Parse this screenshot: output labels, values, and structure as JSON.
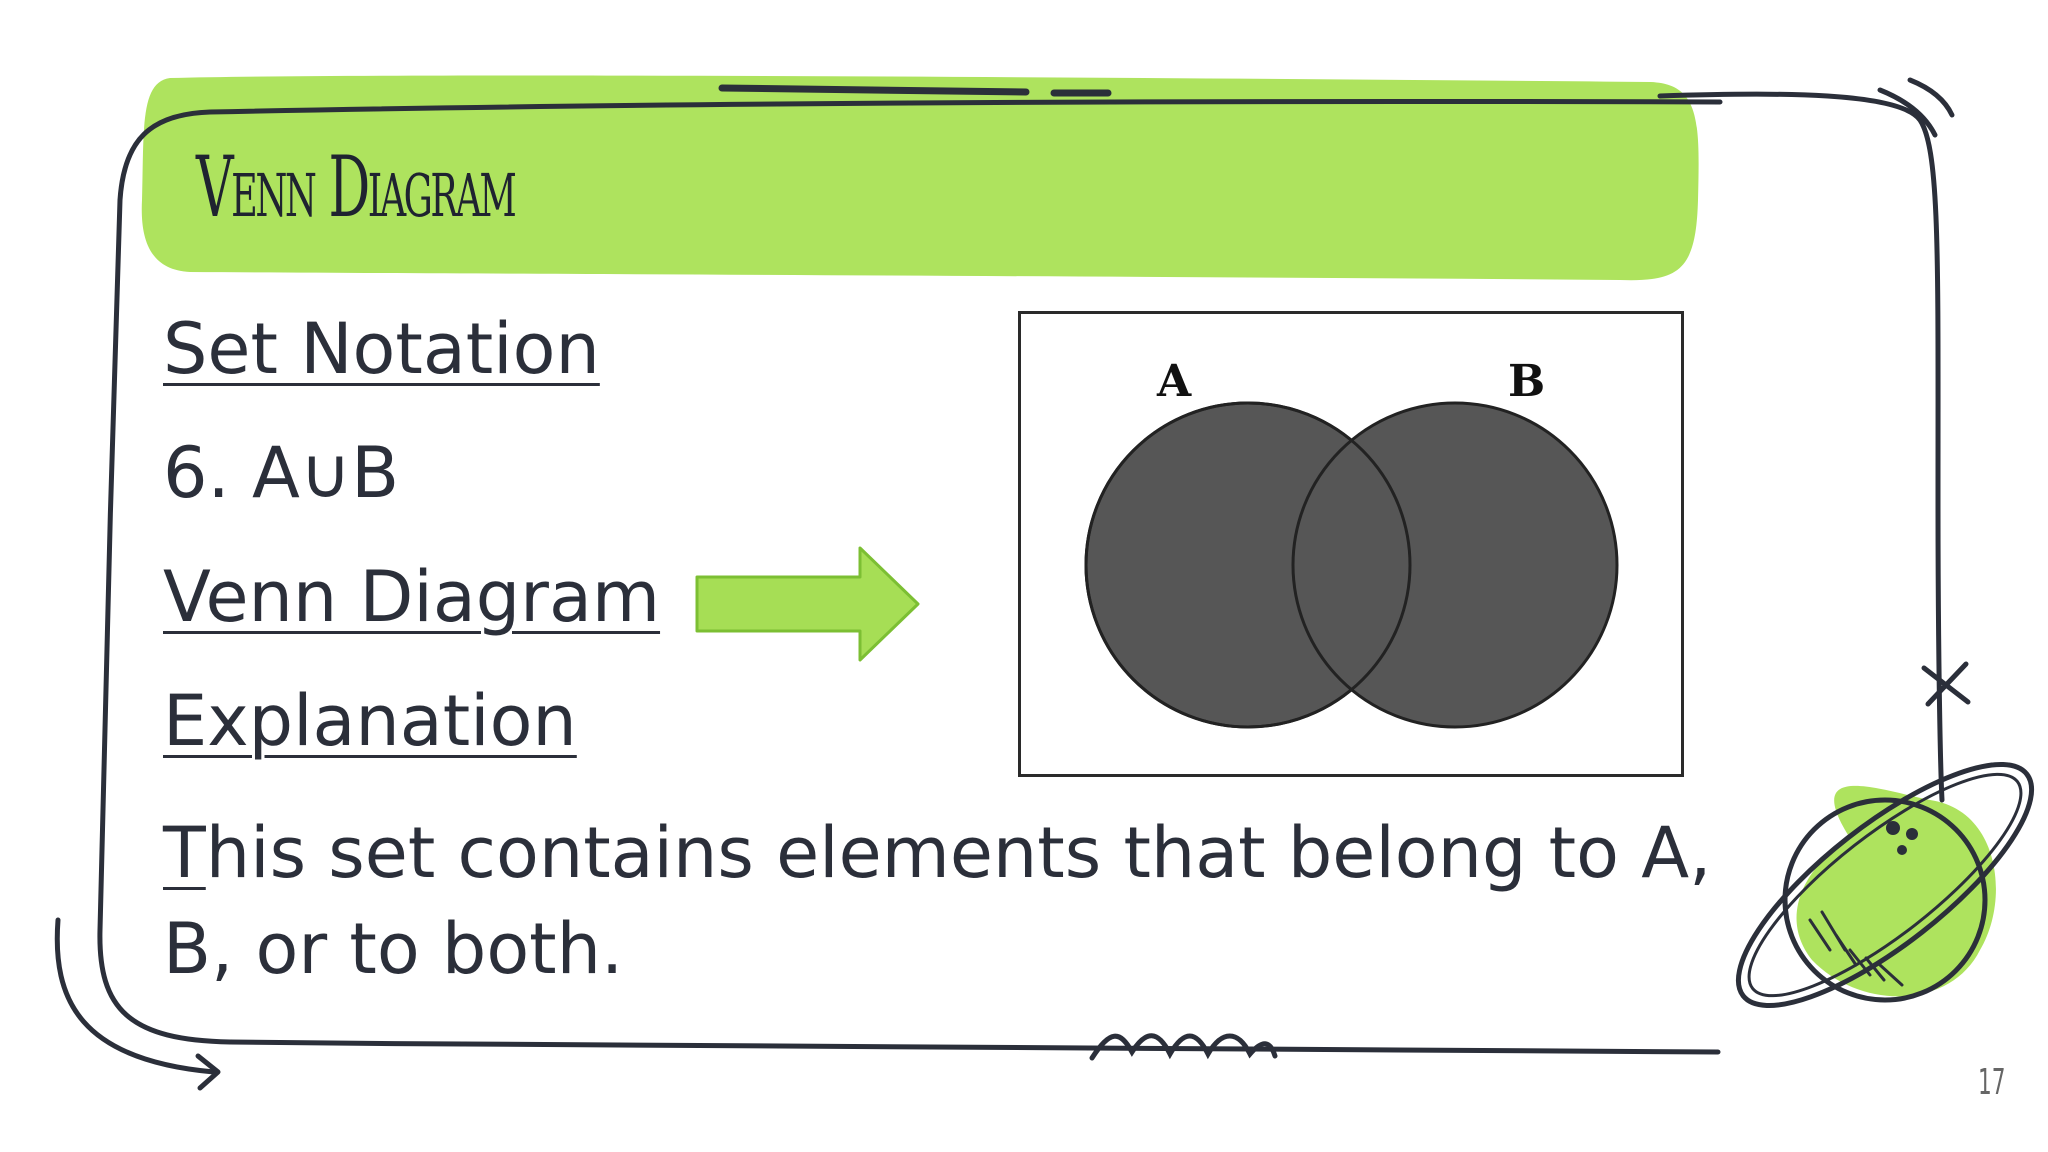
{
  "slide": {
    "title": "Venn Diagram",
    "lines": [
      "Set Notation",
      "6. A∪B",
      "Venn Diagram",
      "Explanation"
    ],
    "explanation_first_letter": "T",
    "explanation_rest": "his set contains elements that belong to A, B, or to both.",
    "page_number": "17"
  },
  "diagram": {
    "set_a_label": "A",
    "set_b_label": "B",
    "circle_fill": "#565656",
    "accent_color": "#aee35e",
    "arrow_color": "#a6de55"
  }
}
